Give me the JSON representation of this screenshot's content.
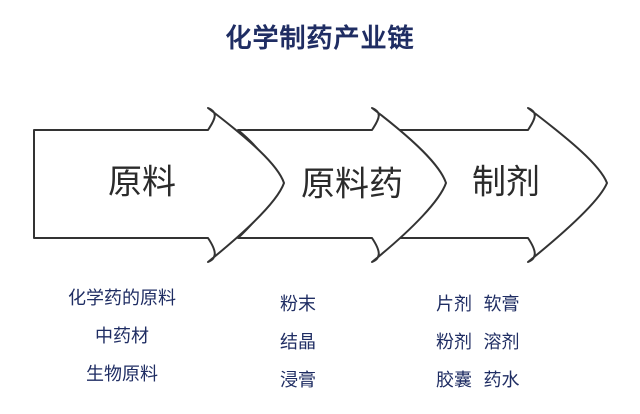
{
  "title": "化学制药产业链",
  "stages": [
    {
      "label": "原料"
    },
    {
      "label": "原料药"
    },
    {
      "label": "制剂"
    }
  ],
  "details": {
    "raw_materials": [
      "化学药的原料",
      "中药材",
      "生物原料"
    ],
    "api": [
      "粉末",
      "结晶",
      "浸膏"
    ],
    "formulations": [
      "片剂  软膏",
      "粉剂  溶剂",
      "胶囊  药水"
    ]
  },
  "colors": {
    "title": "#1f2d63",
    "detail_text": "#1f2d63",
    "arrow_stroke": "#333333",
    "arrow_fill": "#ffffff"
  }
}
